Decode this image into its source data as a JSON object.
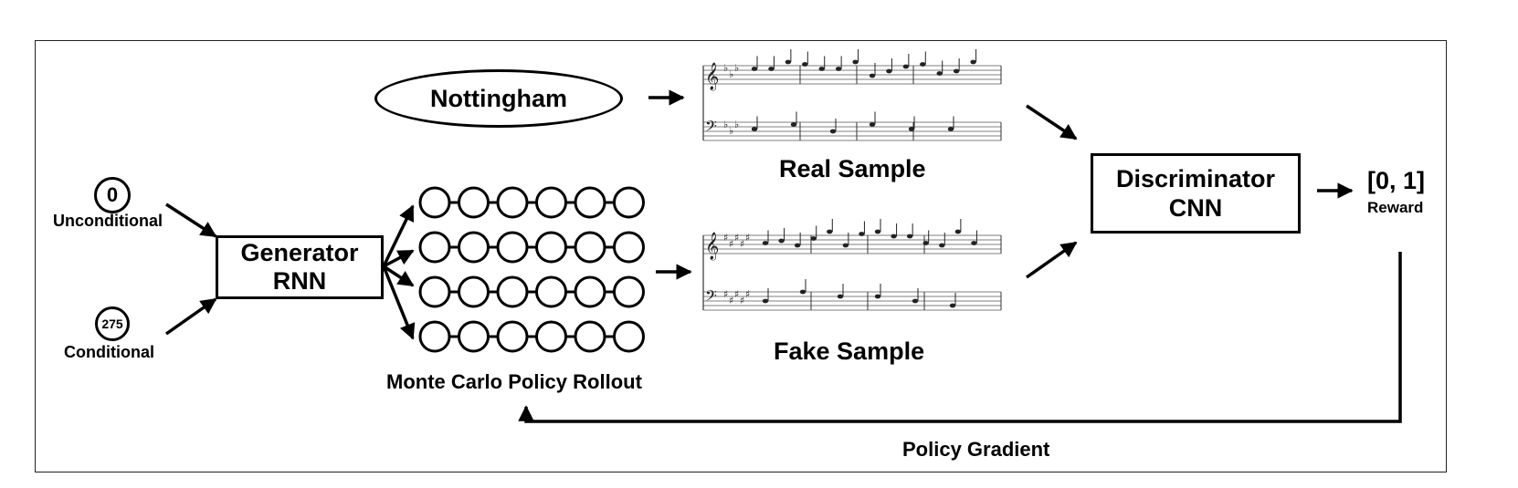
{
  "inputs": {
    "unconditional": {
      "badge": "0",
      "label": "Unconditional"
    },
    "conditional": {
      "badge": "275",
      "label": "Conditional"
    }
  },
  "generator": {
    "line1": "Generator",
    "line2": "RNN"
  },
  "rollout": {
    "label": "Monte Carlo Policy Rollout",
    "rows": 4,
    "cols": 6
  },
  "dataset": {
    "label": "Nottingham"
  },
  "real_sample": {
    "label": "Real Sample"
  },
  "fake_sample": {
    "label": "Fake Sample"
  },
  "discriminator": {
    "line1": "Discriminator",
    "line2": "CNN"
  },
  "reward": {
    "value": "[0, 1]",
    "label": "Reward"
  },
  "feedback": {
    "label": "Policy Gradient"
  }
}
